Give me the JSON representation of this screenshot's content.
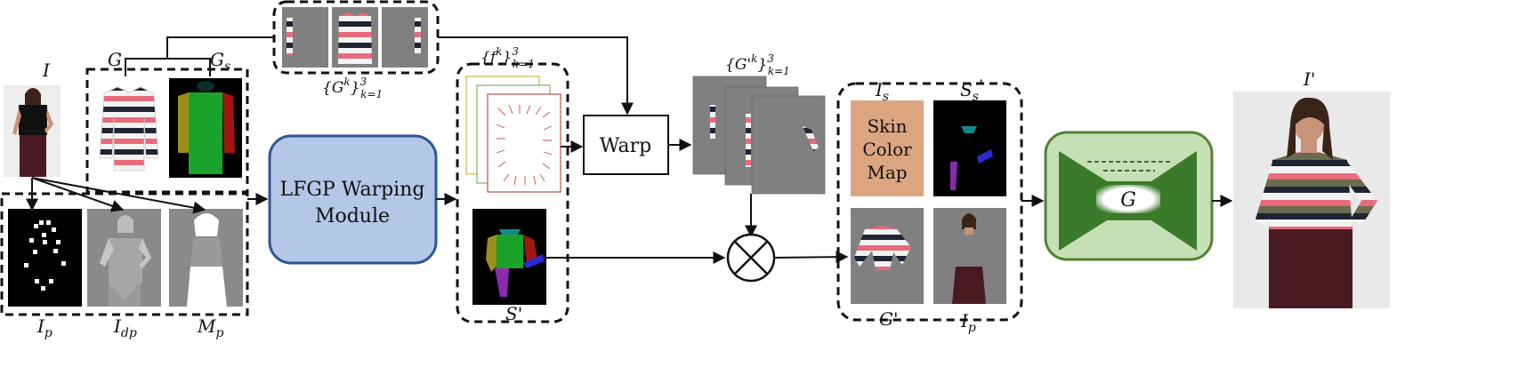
{
  "labels": {
    "input_image": "I",
    "garment": "G",
    "garment_seg": "G",
    "garment_seg_sub": "s",
    "garment_parts": "{G",
    "garment_parts_sup": "k",
    "garment_parts_close": "}",
    "garment_parts_range": "3",
    "garment_parts_range_sub": "k=1",
    "pose_map": "I",
    "pose_map_sub": "p",
    "densepose": "I",
    "densepose_sub": "dp",
    "preserve_mask": "M",
    "preserve_mask_sub": "p",
    "flows": "{f",
    "flows_sup": "k",
    "flows_close": "}",
    "flows_range": "3",
    "flows_range_sub": "k=1",
    "seg_pred": "S'",
    "warped_parts": "{G'",
    "warped_parts_sup": "k",
    "warped_parts_close": "}",
    "warped_parts_range": "3",
    "warped_parts_range_sub": "k=1",
    "skin_label": "I",
    "skin_label_sub": "s",
    "seg_skin": "S",
    "seg_skin_sub": "s",
    "seg_skin_prime": "'",
    "warped_garment": "G'",
    "person_preserved": "I",
    "person_preserved_sub": "p",
    "output_image": "I'",
    "generator": "G"
  },
  "boxes": {
    "lfgp_line1": "LFGP Warping",
    "lfgp_line2": "Module",
    "warp": "Warp",
    "skin_line1": "Skin",
    "skin_line2": "Color",
    "skin_line3": "Map"
  },
  "icons": {
    "combine": "circled-times-icon",
    "generator": "hourglass-network-icon"
  },
  "colors": {
    "lfgp_fill": "#b4c7e7",
    "lfgp_stroke": "#2f5597",
    "skin_fill": "#dba57f",
    "generator_fill": "#c5e0b4",
    "generator_stroke": "#548235",
    "generator_dark": "#3b7a2a",
    "gray_bg": "#808080",
    "stripe_navy": "#1f2433",
    "stripe_pink": "#e86b7a",
    "stripe_white": "#f3f3f3",
    "stripe_olive": "#6b6b4f",
    "skirt": "#4a1a22"
  }
}
